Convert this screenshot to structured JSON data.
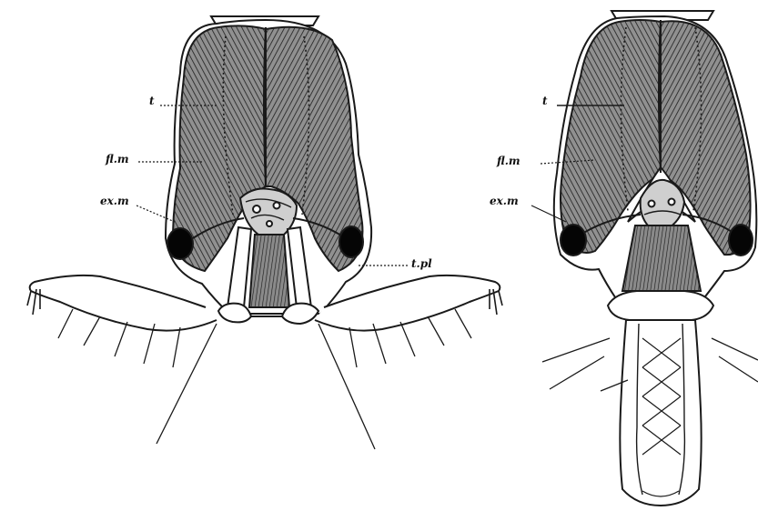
{
  "labels": {
    "left": {
      "t": "t",
      "flm": "fl.m",
      "exm": "ex.m",
      "tpl": "t.pl"
    },
    "right": {
      "t": "t",
      "flm": "fl.m",
      "exm": "ex.m"
    }
  },
  "colors": {
    "ink": "#1a1a1a",
    "muscle_fill": "#8f8f8f",
    "paper": "#ffffff",
    "eye": "#050505"
  }
}
